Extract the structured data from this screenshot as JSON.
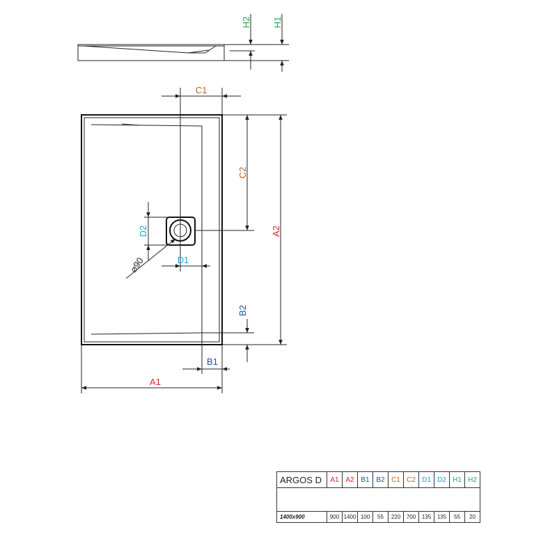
{
  "colors": {
    "A": "#e0202a",
    "B": "#1f4fa0",
    "C": "#b5651d",
    "D": "#1aa3d9",
    "H": "#2aa84a",
    "line": "#222222"
  },
  "labels": {
    "A1": "A1",
    "A2": "A2",
    "B1": "B1",
    "B2": "B2",
    "C1": "C1",
    "C2": "C2",
    "D1": "D1",
    "D2": "D2",
    "H1": "H1",
    "H2": "H2",
    "drain_diameter": "⌀90"
  },
  "table": {
    "model": "ARGOS D",
    "headers": [
      "A1",
      "A2",
      "B1",
      "B2",
      "C1",
      "C2",
      "D1",
      "D2",
      "H1",
      "H2"
    ],
    "header_colors": [
      "A",
      "A",
      "B",
      "B",
      "C",
      "C",
      "D",
      "D",
      "H",
      "H"
    ],
    "size": "1400x900",
    "values": [
      "900",
      "1400",
      "100",
      "55",
      "220",
      "700",
      "135",
      "135",
      "55",
      "20"
    ]
  }
}
